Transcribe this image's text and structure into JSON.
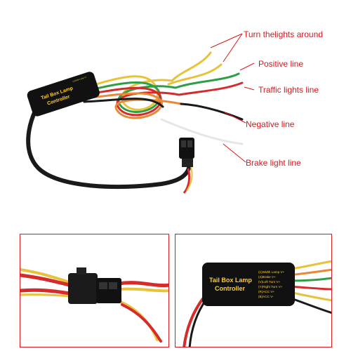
{
  "callouts": {
    "turn_lights": "Turn thelights around",
    "positive": "Positive line",
    "traffic": "Traffic lights line",
    "negative": "Negative line",
    "brake": "Brake light line"
  },
  "controller": {
    "title_line1": "Tail Box Lamp",
    "title_line2": "Controller",
    "pins": [
      "(1)Width Lamp V+",
      "(4)Brake V+",
      "(V)Left Turn V+",
      "(Y)Right Turn V+",
      "(R)ACC V+",
      "(B)ACC V-"
    ]
  },
  "colors": {
    "callout_red": "#d71920",
    "controller_body": "#111111",
    "label_yellow": "#ffcc33",
    "wire_black": "#1a1a1a",
    "wire_red": "#d62b2b",
    "wire_yellow": "#e8c23a",
    "wire_orange": "#e8893a",
    "wire_green": "#2f9e48",
    "wire_white": "#f2f2f2"
  }
}
